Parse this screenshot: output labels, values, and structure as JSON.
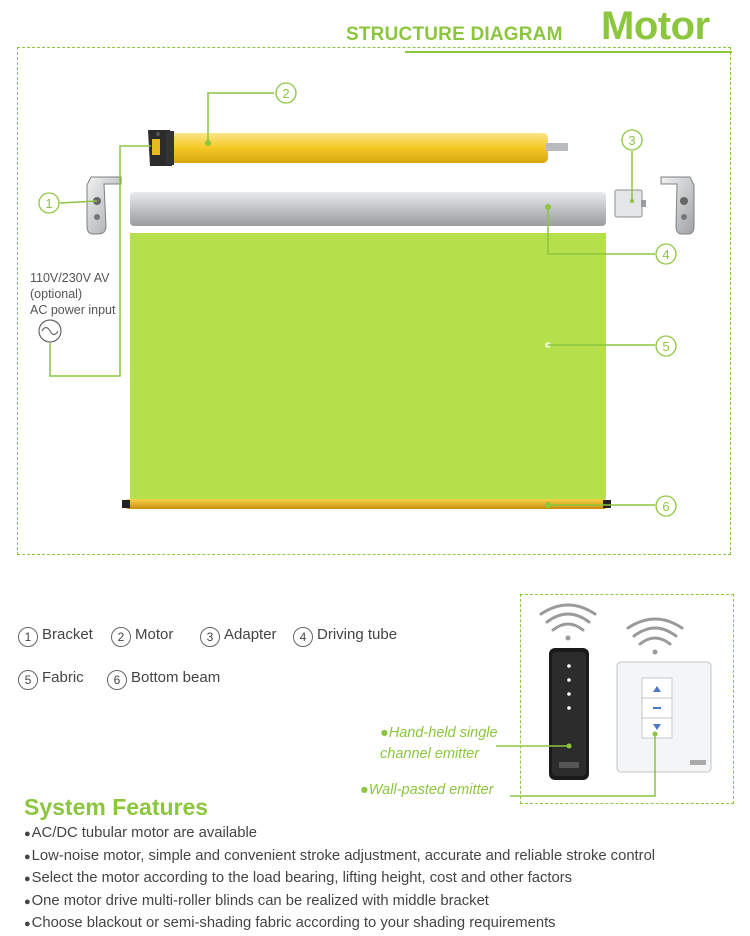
{
  "header": {
    "title_small": "STRUCTURE DIAGRAM",
    "title_big": "Motor"
  },
  "diagram": {
    "callouts": [
      "1",
      "2",
      "3",
      "4",
      "5",
      "6"
    ],
    "power_label": "110V/230V AV\n(optional)\nAC power input"
  },
  "legend": [
    {
      "num": "1",
      "label": "Bracket"
    },
    {
      "num": "2",
      "label": "Motor"
    },
    {
      "num": "3",
      "label": "Adapter"
    },
    {
      "num": "4",
      "label": "Driving tube"
    },
    {
      "num": "5",
      "label": "Fabric"
    },
    {
      "num": "6",
      "label": "Bottom beam"
    }
  ],
  "emitters": {
    "handheld": "●Hand-held single\nchannel emitter",
    "wall": "●Wall-pasted emitter"
  },
  "features": {
    "title": "System Features",
    "items": [
      "AC/DC tubular motor are available",
      "Low-noise motor, simple and convenient stroke adjustment, accurate and reliable stroke control",
      "Select the motor according to the load bearing, lifting height, cost and other factors",
      "One motor drive multi-roller blinds can be realized with middle bracket",
      "Choose blackout or semi-shading fabric according to your shading requirements"
    ]
  },
  "colors": {
    "accent_green": "#8cc63f",
    "fabric": "#b5e04c",
    "motor_yellow": "#f3c21b",
    "tube_gray": "#c3c6c9"
  }
}
